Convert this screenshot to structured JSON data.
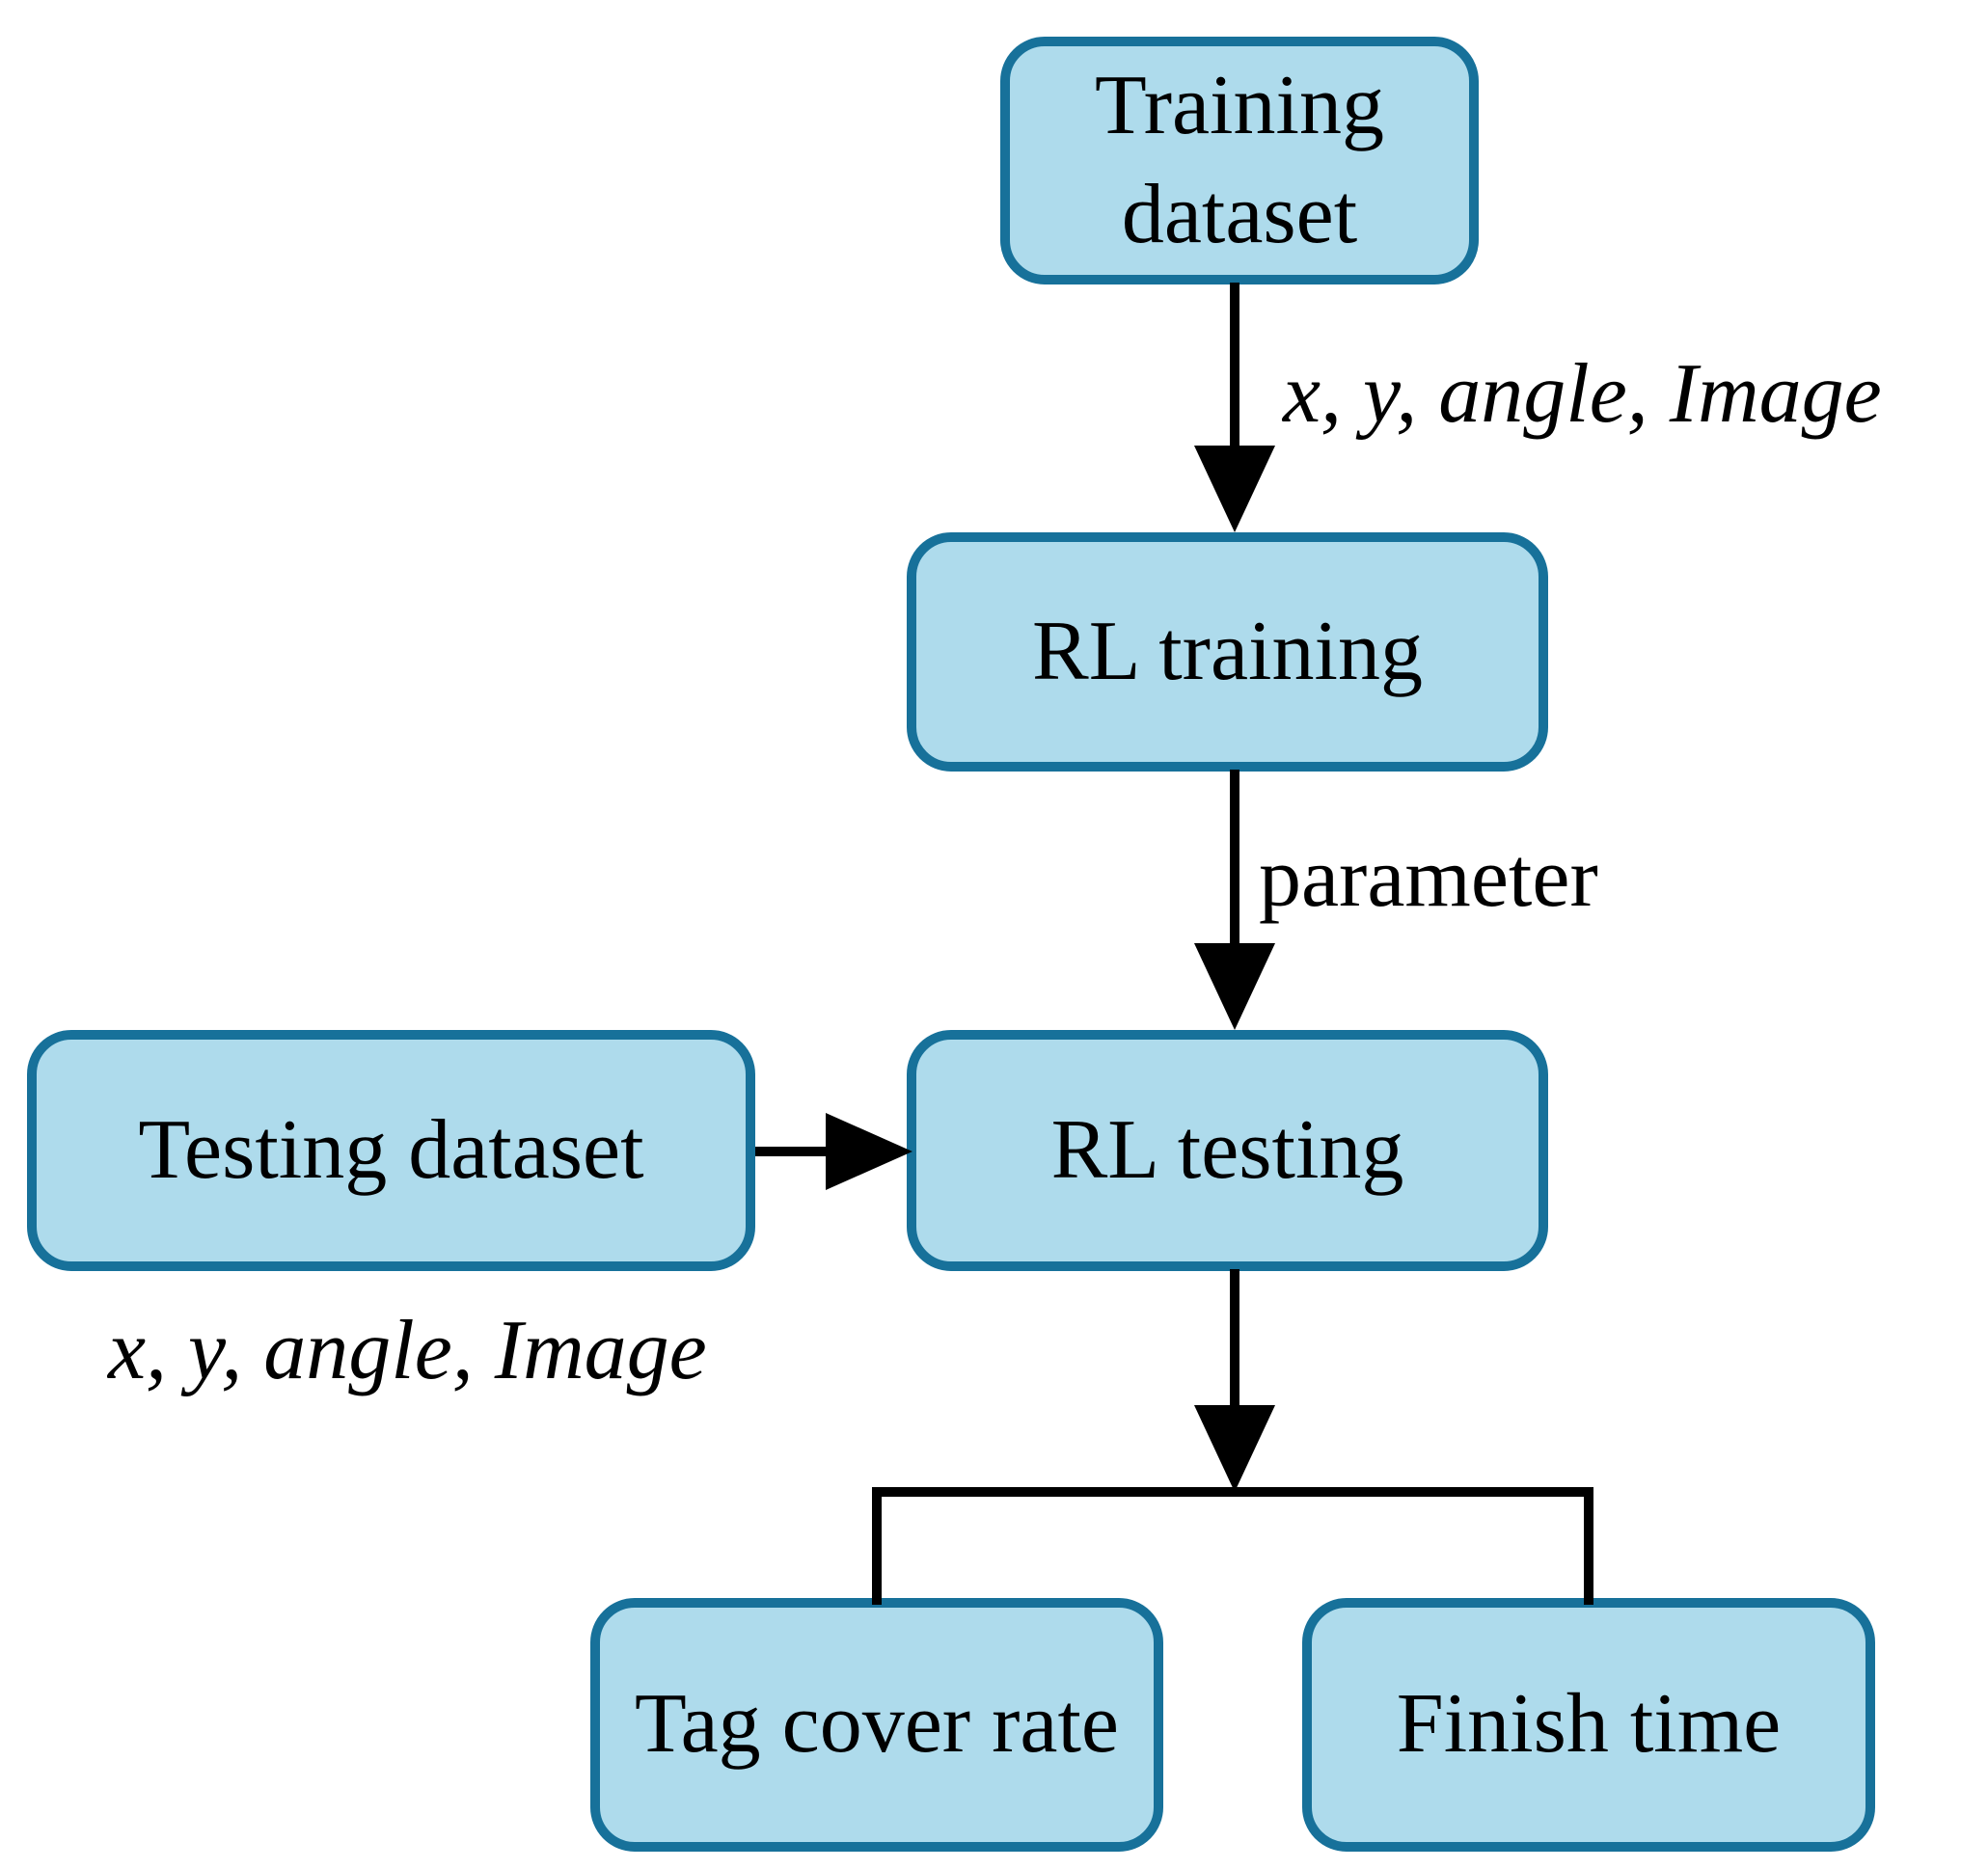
{
  "diagram": {
    "description": "Reinforcement learning training and testing pipeline flowchart",
    "colors": {
      "background": "#ffffff",
      "node_fill": "#aedbec",
      "node_border": "#17719a",
      "arrow": "#000000",
      "text": "#000000"
    },
    "nodes": {
      "training_dataset": {
        "label": "Training dataset",
        "line1": "Training",
        "line2": "dataset"
      },
      "rl_training": {
        "label": "RL training"
      },
      "rl_testing": {
        "label": "RL testing"
      },
      "testing_dataset": {
        "label": "Testing dataset"
      },
      "tag_cover_rate": {
        "label": "Tag cover rate"
      },
      "finish_time": {
        "label": "Finish time"
      }
    },
    "edge_labels": {
      "training_to_rl_training": "x, y, angle, Image",
      "rl_training_to_rl_testing": "parameter",
      "testing_dataset_inputs": "x, y, angle, Image"
    },
    "edges": [
      {
        "from": "training_dataset",
        "to": "rl_training",
        "label": "x, y, angle, Image"
      },
      {
        "from": "rl_training",
        "to": "rl_testing",
        "label": "parameter"
      },
      {
        "from": "testing_dataset",
        "to": "rl_testing",
        "label": "x, y, angle, Image"
      },
      {
        "from": "rl_testing",
        "to": "tag_cover_rate",
        "label": ""
      },
      {
        "from": "rl_testing",
        "to": "finish_time",
        "label": ""
      }
    ]
  }
}
